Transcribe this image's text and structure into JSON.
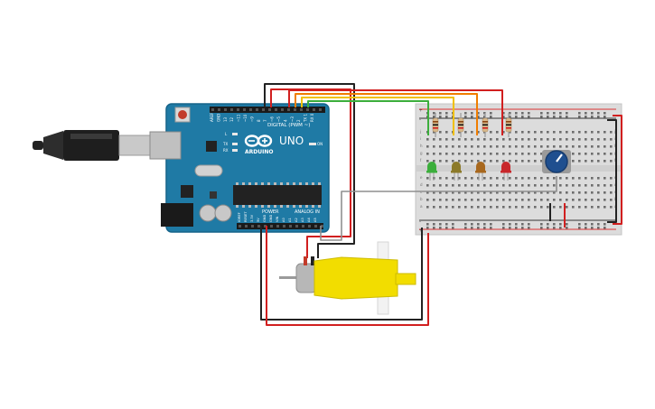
{
  "board": {
    "brand": "UNO",
    "maker": "ARDUINO",
    "digital_label": "DIGITAL (PWM ~)",
    "power_label": "POWER",
    "analog_label": "ANALOG IN",
    "pin_labels": [
      "AREF",
      "GND",
      "13",
      "12",
      "~11",
      "~10",
      "~9",
      "8",
      "7",
      "~6",
      "~5",
      "4",
      "~3",
      "2",
      "TX 1",
      "RX 0"
    ],
    "led_labels": [
      "L",
      "TX",
      "RX"
    ],
    "on_label": "ON",
    "power_pins": [
      "IOREF",
      "RESET",
      "3.3V",
      "5V",
      "GND",
      "GND",
      "VIN"
    ],
    "analog_pins": [
      "A0",
      "A1",
      "A2",
      "A3",
      "A4",
      "A5"
    ]
  },
  "breadboard": {
    "rows_top": [
      "j",
      "i",
      "h",
      "g",
      "f"
    ],
    "rows_bottom": [
      "e",
      "d",
      "c",
      "b",
      "a"
    ],
    "rail_left": [
      "+",
      "-"
    ],
    "rail_right": [
      "-",
      "+"
    ]
  },
  "components": {
    "leds": [
      {
        "color": "#3cae3c"
      },
      {
        "color": "#8c7a2a"
      },
      {
        "color": "#a8681e"
      },
      {
        "color": "#c8282c"
      }
    ],
    "potentiometer": {
      "knob_color": "#1f4f8f"
    },
    "motor": {
      "body_color": "#f2dd00"
    }
  },
  "wire_colors": {
    "red": "#d11f1f",
    "black": "#222222",
    "yellow": "#f0c000",
    "green": "#3cae3c",
    "orange": "#f07d00",
    "gray": "#8f8f8f"
  }
}
